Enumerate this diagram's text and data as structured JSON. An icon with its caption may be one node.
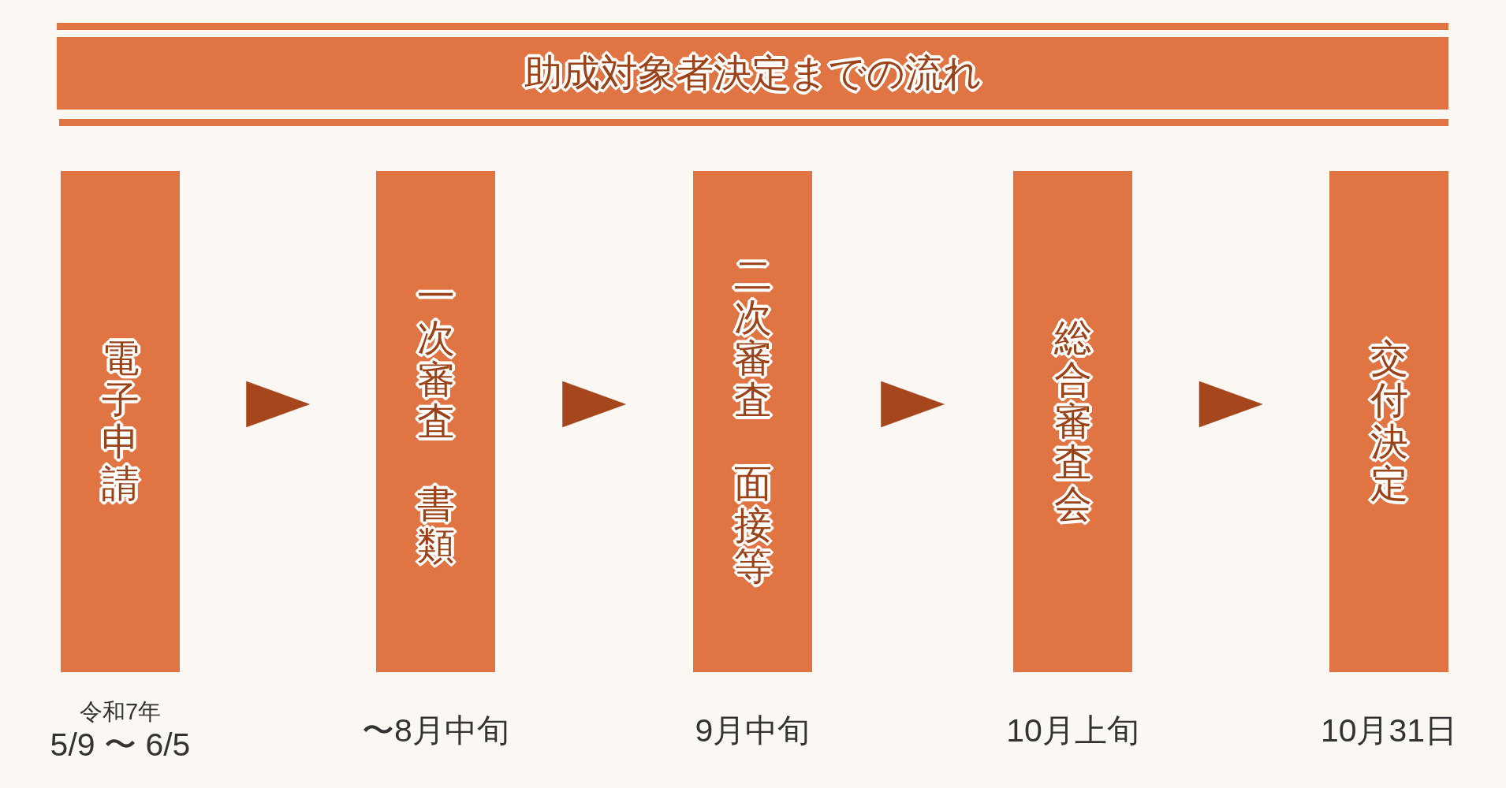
{
  "diagram": {
    "title": "助成対象者決定までの流れ",
    "nodes": [
      {
        "text": [
          "電子申請"
        ],
        "beside": [
          "令和7年",
          "5/9 〜 6/5"
        ]
      },
      {
        "text": [
          "一次審査",
          "書類"
        ],
        "beside": [
          "〜8月中旬"
        ]
      },
      {
        "text": [
          "二次審査",
          "面接等"
        ],
        "beside": [
          "9月中旬"
        ]
      },
      {
        "text": [
          "総合審査会"
        ],
        "beside": [
          "10月上旬"
        ]
      },
      {
        "text": [
          "交付決定"
        ],
        "beside": [
          "10月31日"
        ]
      }
    ],
    "edges": [
      {
        "from": 0,
        "to": 1,
        "arrow": "to"
      },
      {
        "from": 1,
        "to": 2,
        "arrow": "to"
      },
      {
        "from": 2,
        "to": 3,
        "arrow": "to"
      },
      {
        "from": 3,
        "to": 4,
        "arrow": "to"
      }
    ]
  }
}
